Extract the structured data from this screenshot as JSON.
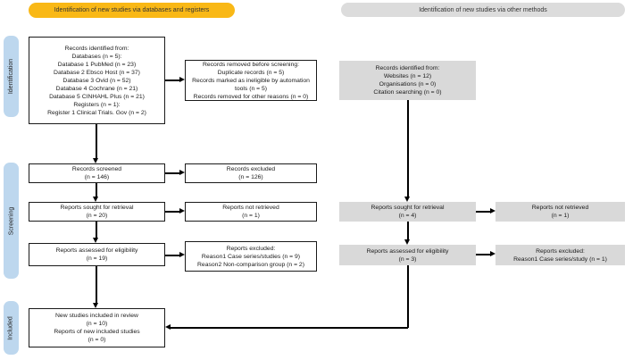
{
  "headers": {
    "databases": "Identification of new studies via databases and registers",
    "other": "Identification of new studies via other methods"
  },
  "stages": {
    "identification": "Identification",
    "screening": "Screening",
    "included": "Included"
  },
  "left_column": {
    "identified": {
      "lines": [
        "Records identified from:",
        "Databases (n = 5):",
        "Database 1 PubMed (n = 23)",
        "Database 2 Ebsco Host (n = 37)",
        "Database 3 Ovid (n = 52)",
        "Database 4 Cochrane (n = 21)",
        "Database 5 CINHAHL Plus (n = 21)",
        "Registers (n = 1):",
        "Register 1 Clinical Trials. Gov (n = 2)"
      ]
    },
    "removed_before_screening": {
      "lines": [
        "Records removed before screening:",
        "Duplicate records (n = 5)",
        "Records marked as ineligible by automation tools (n = 5)",
        "Records removed for other reasons (n = 0)"
      ]
    },
    "screened": {
      "lines": [
        "Records screened",
        "(n = 146)"
      ]
    },
    "records_excluded": {
      "lines": [
        "Records excluded",
        "(n = 126)"
      ]
    },
    "sought": {
      "lines": [
        "Reports sought for retrieval",
        "(n = 20)"
      ]
    },
    "not_retrieved": {
      "lines": [
        "Reports not retrieved",
        "(n = 1)"
      ]
    },
    "assessed": {
      "lines": [
        "Reports assessed for eligibility",
        "(n = 19)"
      ]
    },
    "reports_excluded": {
      "lines": [
        "Reports excluded:",
        "Reason1 Case series/studies (n = 9)",
        "Reason2 Non-comparison group (n = 2)"
      ]
    },
    "included": {
      "lines": [
        "New studies included in review",
        "(n = 10)",
        "Reports of new included studies",
        "(n = 0)"
      ]
    }
  },
  "right_column": {
    "identified": {
      "lines": [
        "Records identified from:",
        "Websites (n = 12)",
        "Organisations (n = 0)",
        "Citation searching (n = 0)"
      ]
    },
    "sought": {
      "lines": [
        "Reports sought for retrieval",
        "(n = 4)"
      ]
    },
    "not_retrieved": {
      "lines": [
        "Reports not retrieved",
        "(n = 1)"
      ]
    },
    "assessed": {
      "lines": [
        "Reports assessed for eligibility",
        "(n = 3)"
      ]
    },
    "reports_excluded": {
      "lines": [
        "Reports excluded:",
        "Reason1 Case series/study (n = 1)"
      ]
    }
  },
  "colors": {
    "accent_yellow": "#F9B816",
    "panel_gray": "#D9D9D9",
    "header_gray": "#DCDCDC",
    "stage_blue": "#BDD7EE",
    "line_color": "#000000"
  }
}
